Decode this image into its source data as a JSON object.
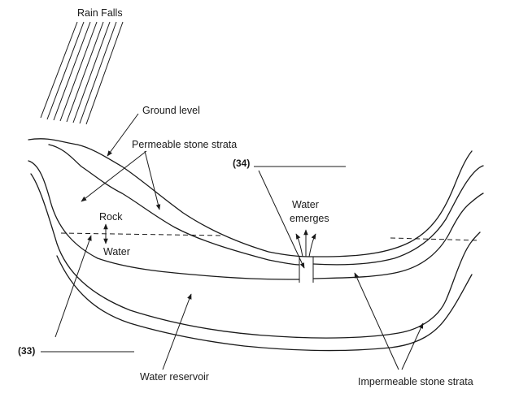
{
  "labels": {
    "rain_falls": "Rain Falls",
    "ground_level": "Ground level",
    "permeable_strata": "Permeable stone strata",
    "rock": "Rock",
    "water": "Water",
    "water_emerges_line1": "Water",
    "water_emerges_line2": "emerges",
    "water_reservoir": "Water reservoir",
    "impermeable_strata": "Impermeable stone strata",
    "blank_33": "(33)",
    "blank_34": "(34)"
  },
  "colors": {
    "ink": "#1a1a1a",
    "background": "#ffffff"
  }
}
